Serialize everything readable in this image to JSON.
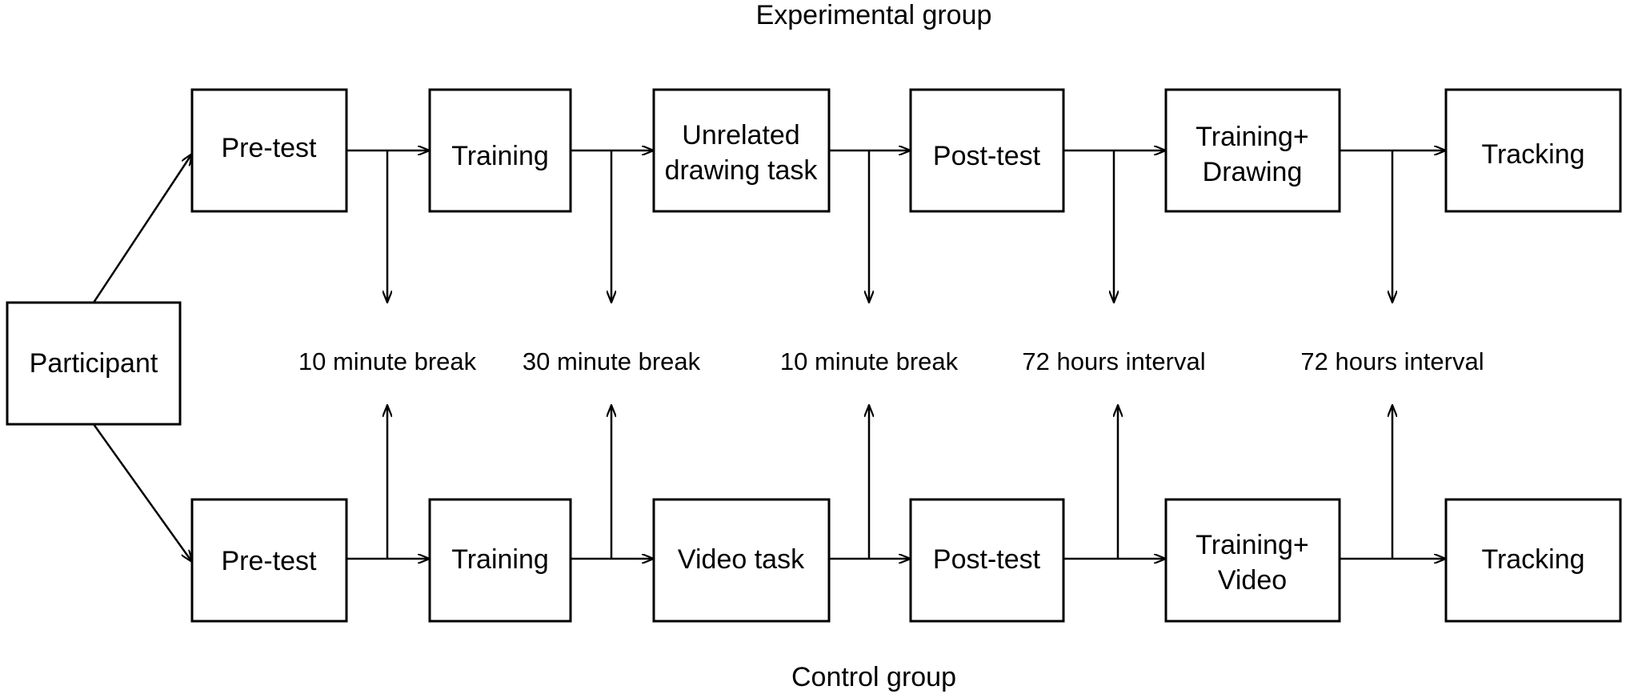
{
  "groups": {
    "experimental_title": "Experimental group",
    "control_title": "Control group"
  },
  "participant": "Participant",
  "experimental": {
    "pre_test": "Pre-test",
    "training": "Training",
    "task": [
      "Unrelated",
      "drawing task"
    ],
    "post_test": "Post-test",
    "retrain": [
      "Training+",
      "Drawing"
    ],
    "tracking": "Tracking"
  },
  "control": {
    "pre_test": "Pre-test",
    "training": "Training",
    "task": "Video task",
    "post_test": "Post-test",
    "retrain": [
      "Training+",
      "Video"
    ],
    "tracking": "Tracking"
  },
  "intervals": {
    "i1": "10 minute break",
    "i2": "30 minute break",
    "i3": "10 minute break",
    "i4": "72 hours interval",
    "i5": "72 hours interval"
  },
  "colors": {
    "stroke": "#000000",
    "background": "#ffffff"
  }
}
